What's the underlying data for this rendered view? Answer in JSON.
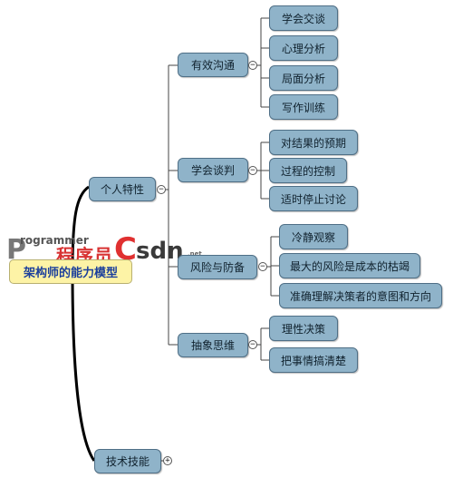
{
  "root": {
    "label": "架构师的能力模型"
  },
  "branches": [
    {
      "label": "个人特性",
      "toggle": "−"
    },
    {
      "label": "技术技能",
      "toggle": "+"
    }
  ],
  "groups": [
    {
      "label": "有效沟通",
      "toggle": "−",
      "items": [
        "学会交谈",
        "心理分析",
        "局面分析",
        "写作训练"
      ]
    },
    {
      "label": "学会谈判",
      "toggle": "−",
      "items": [
        "对结果的预期",
        "过程的控制",
        "适时停止讨论"
      ]
    },
    {
      "label": "风险与防备",
      "toggle": "−",
      "items": [
        "冷静观察",
        "最大的风险是成本的枯竭",
        "准确理解决策者的意图和方向"
      ]
    },
    {
      "label": "抽象思维",
      "toggle": "−",
      "items": [
        "理性决策",
        "把事情搞清楚"
      ]
    }
  ],
  "watermark": {
    "p": "P",
    "programmer": "rogrammer",
    "cxy": "程序员",
    "c": "C",
    "sdn": "sdn",
    "net": ".net"
  },
  "colors": {
    "node_fill": "#8fb3c9",
    "node_border": "#4f6f86",
    "root_fill": "#fdf3a6",
    "root_text": "#1b3f9c",
    "connector": "#444444"
  }
}
